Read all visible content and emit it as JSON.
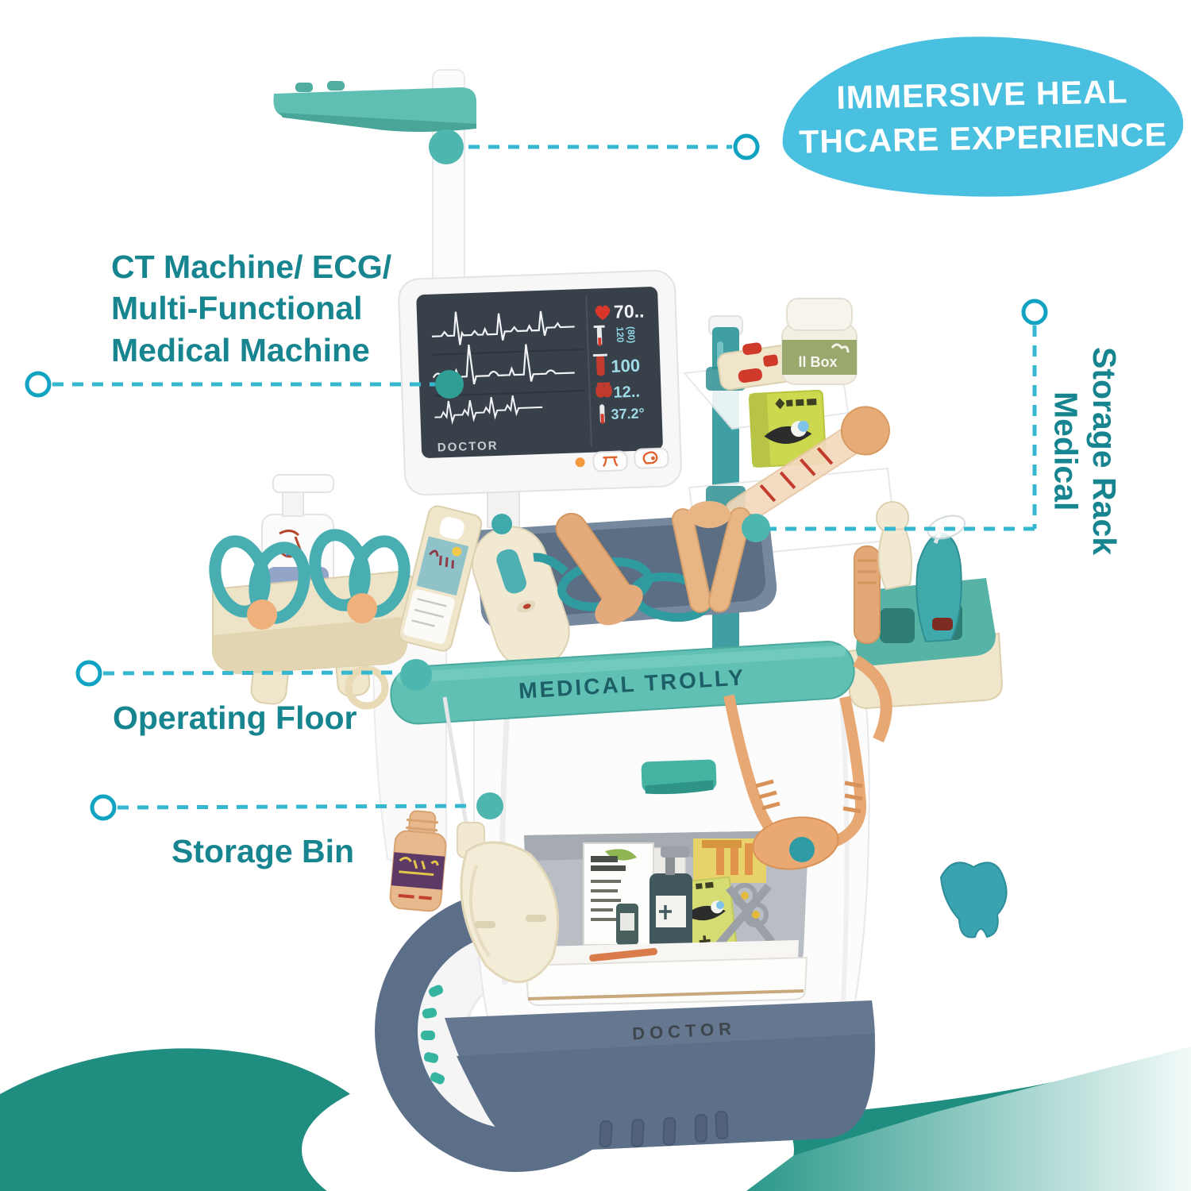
{
  "badge": {
    "line1": "IMMERSIVE HEAL",
    "line2": "THCARE EXPERIENCE"
  },
  "callouts": {
    "ct": {
      "line1": "CT Machine/ ECG/",
      "line2": "Multi-Functional",
      "line3": "Medical Machine"
    },
    "rack": {
      "line1": "Medical",
      "line2": "Storage Rack"
    },
    "floor": {
      "label": "Operating Floor"
    },
    "bin": {
      "label": "Storage Bin"
    }
  },
  "product": {
    "band_text": "MEDICAL TROLLY",
    "monitor_brand": "DOCTOR",
    "base_brand": "DOCTOR",
    "jar_label": "ll Box",
    "monitor": {
      "hr": "70..",
      "bp_sys": "120",
      "bp_dia": "(80)",
      "pressure": "100",
      "resp": "12..",
      "temp": "37.2°",
      "icons": [
        "heart",
        "thermometer",
        "blood-pressure",
        "lungs",
        "thermometer"
      ]
    }
  },
  "colors": {
    "label_teal": "#17858f",
    "callout_cyan": "#35b8cf",
    "badge_blue": "#4ac0e1",
    "band_teal": "#5fc0b3",
    "band_text": "#1d5f66",
    "ground_teal": "#1f8d7f",
    "tray_slate": "#67798f",
    "base_slate": "#5d7089",
    "screen_dark": "#38404a",
    "vitals_cyan": "#9fdce8",
    "item_cream": "#efe6cc",
    "item_tan": "#e2a877",
    "item_teal": "#3fa9ac",
    "box_yellow": "#ccd84e"
  }
}
